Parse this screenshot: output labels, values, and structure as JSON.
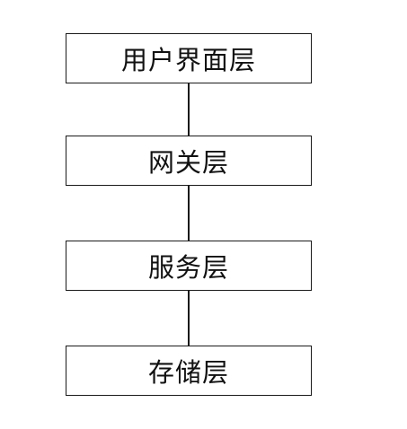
{
  "diagram": {
    "layers": [
      {
        "label": "用户界面层"
      },
      {
        "label": "网关层"
      },
      {
        "label": "服务层"
      },
      {
        "label": "存储层"
      }
    ]
  },
  "colors": {
    "stroke": "#1a1a1a",
    "text": "#111111",
    "background": "#ffffff"
  }
}
